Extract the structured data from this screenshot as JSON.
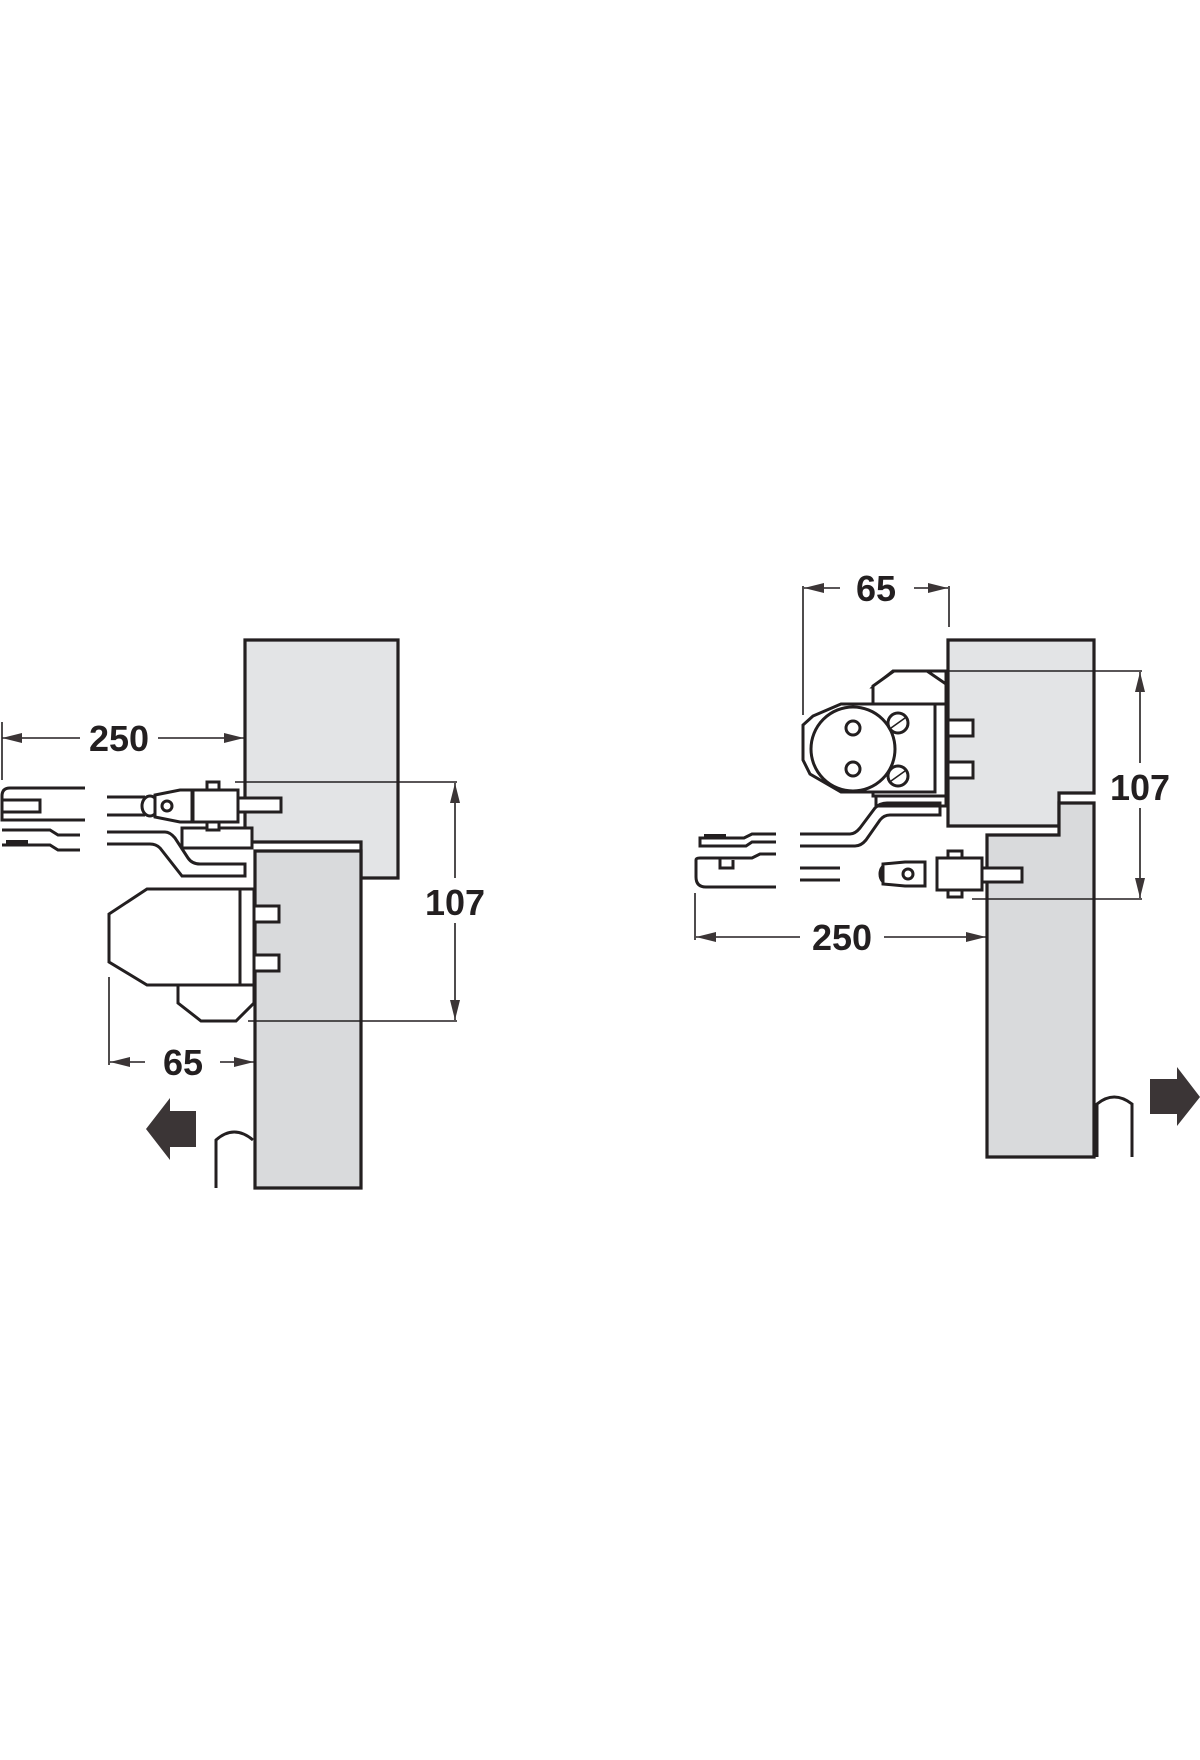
{
  "diagrams": [
    {
      "id": "left-mounting",
      "dimensions": {
        "arm_length": "250",
        "height": "107",
        "depth": "65"
      },
      "opening_direction": "left"
    },
    {
      "id": "right-mounting",
      "dimensions": {
        "arm_length": "250",
        "height": "107",
        "depth": "65"
      },
      "opening_direction": "right"
    }
  ],
  "colors": {
    "frame": "#e3e4e6",
    "door": "#d9dadc",
    "line": "#231f20",
    "arrow": "#3b3536"
  }
}
